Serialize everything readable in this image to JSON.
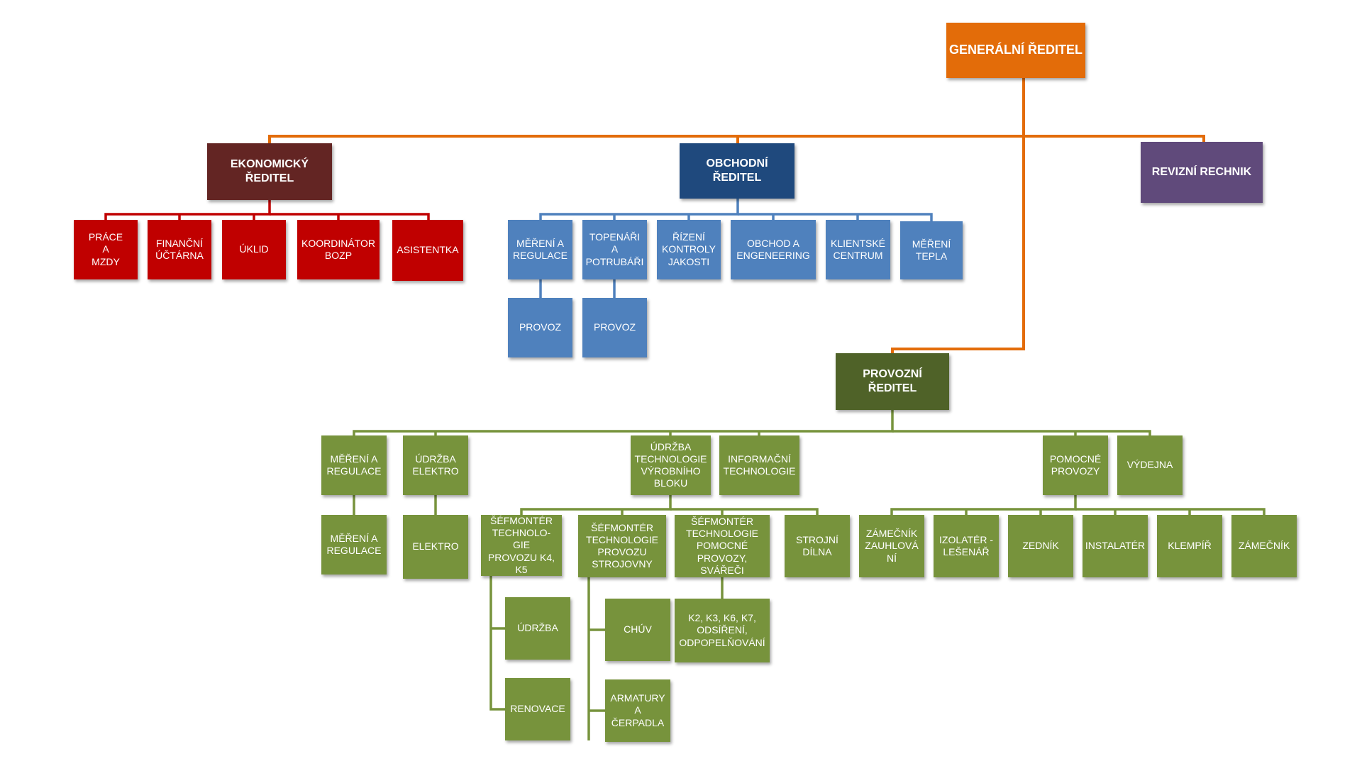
{
  "colors": {
    "line_orange": "#e36c09",
    "line_red": "#c00000",
    "line_blue": "#4f81bd",
    "line_green": "#77933c",
    "ceo": "#e36c09",
    "economic": "#632523",
    "economic_units": "#c00000",
    "commercial": "#1f497d",
    "commercial_units": "#4f81bd",
    "revision": "#604a7b",
    "operations": "#4f6228",
    "operations_units": "#77933c"
  },
  "nodes": {
    "ceo": "GENERÁLNÍ ŘEDITEL",
    "eco": "EKONOMICKÝ ŘEDITEL",
    "obch": "OBCHODNÍ ŘEDITEL",
    "rev": "REVIZNÍ RECHNIK",
    "prov": "PROVOZNÍ ŘEDITEL",
    "eco_prace": "PRÁCE\nA\nMZDY",
    "eco_fin": "FINANČNÍ\nÚČTÁRNA",
    "eco_uklid": "ÚKLID",
    "eco_bozp": "KOORDINÁTOR\nBOZP",
    "eco_asist": "ASISTENTKA",
    "ob_mer": "MĚŘENÍ A\nREGULACE",
    "ob_top": "TOPENÁŘI A\nPOTRUBÁŘI",
    "ob_riz": "ŘÍZENÍ\nKONTROLY\nJAKOSTI",
    "ob_obchod": "OBCHOD A\nENGENEERING",
    "ob_klient": "KLIENTSKÉ\nCENTRUM",
    "ob_tepla": "MĚŘENÍ\nTEPLA",
    "ob_provoz1": "PROVOZ",
    "ob_provoz2": "PROVOZ",
    "pr_mer": "MĚŘENÍ A\nREGULACE",
    "pr_elektro": "ÚDRŽBA\nELEKTRO",
    "pr_tech": "ÚDRŽBA\nTECHNOLOGIE\nVÝROBNÍHO\nBLOKU",
    "pr_info": "INFORMAČNÍ\nTECHNOLOGIE",
    "pr_pom": "POMOCNÉ\nPROVOZY",
    "pr_vydejna": "VÝDEJNA",
    "pr_mer2": "MĚŘENÍ A\nREGULACE",
    "pr_elektro2": "ELEKTRO",
    "tech_k4k5": "ŠÉFMONTÉR\nTECHNOLO-GIE\nPROVOZU K4, K5",
    "tech_strojovny": "ŠÉFMONTÉR\nTECHNOLOGIE\nPROVOZU\nSTROJOVNY",
    "tech_pomocne": "ŠÉFMONTÉR\nTECHNOLOGIE\nPOMOCNÉ\nPROVOZY, SVÁŘEČI",
    "tech_dilna": "STROJNÍ\nDÍLNA",
    "k45_udrzba": "ÚDRŽBA",
    "k45_renovace": "RENOVACE",
    "str_chuv": "CHÚV",
    "str_armatury": "ARMATURY\nA ČERPADLA",
    "pom_k2": "K2, K3, K6, K7,\nODSÍŘENÍ,\nODPOPELŇOVÁNÍ",
    "pp_zamec_zauhl": "ZÁMEČNÍK\nZAUHLOVÁ\nNÍ",
    "pp_izolater": "IZOLATÉR -\nLEŠENÁŘ",
    "pp_zednik": "ZEDNÍK",
    "pp_instalater": "INSTALATÉR",
    "pp_klempir": "KLEMPÍŘ",
    "pp_zamecnik": "ZÁMEČNÍK"
  }
}
